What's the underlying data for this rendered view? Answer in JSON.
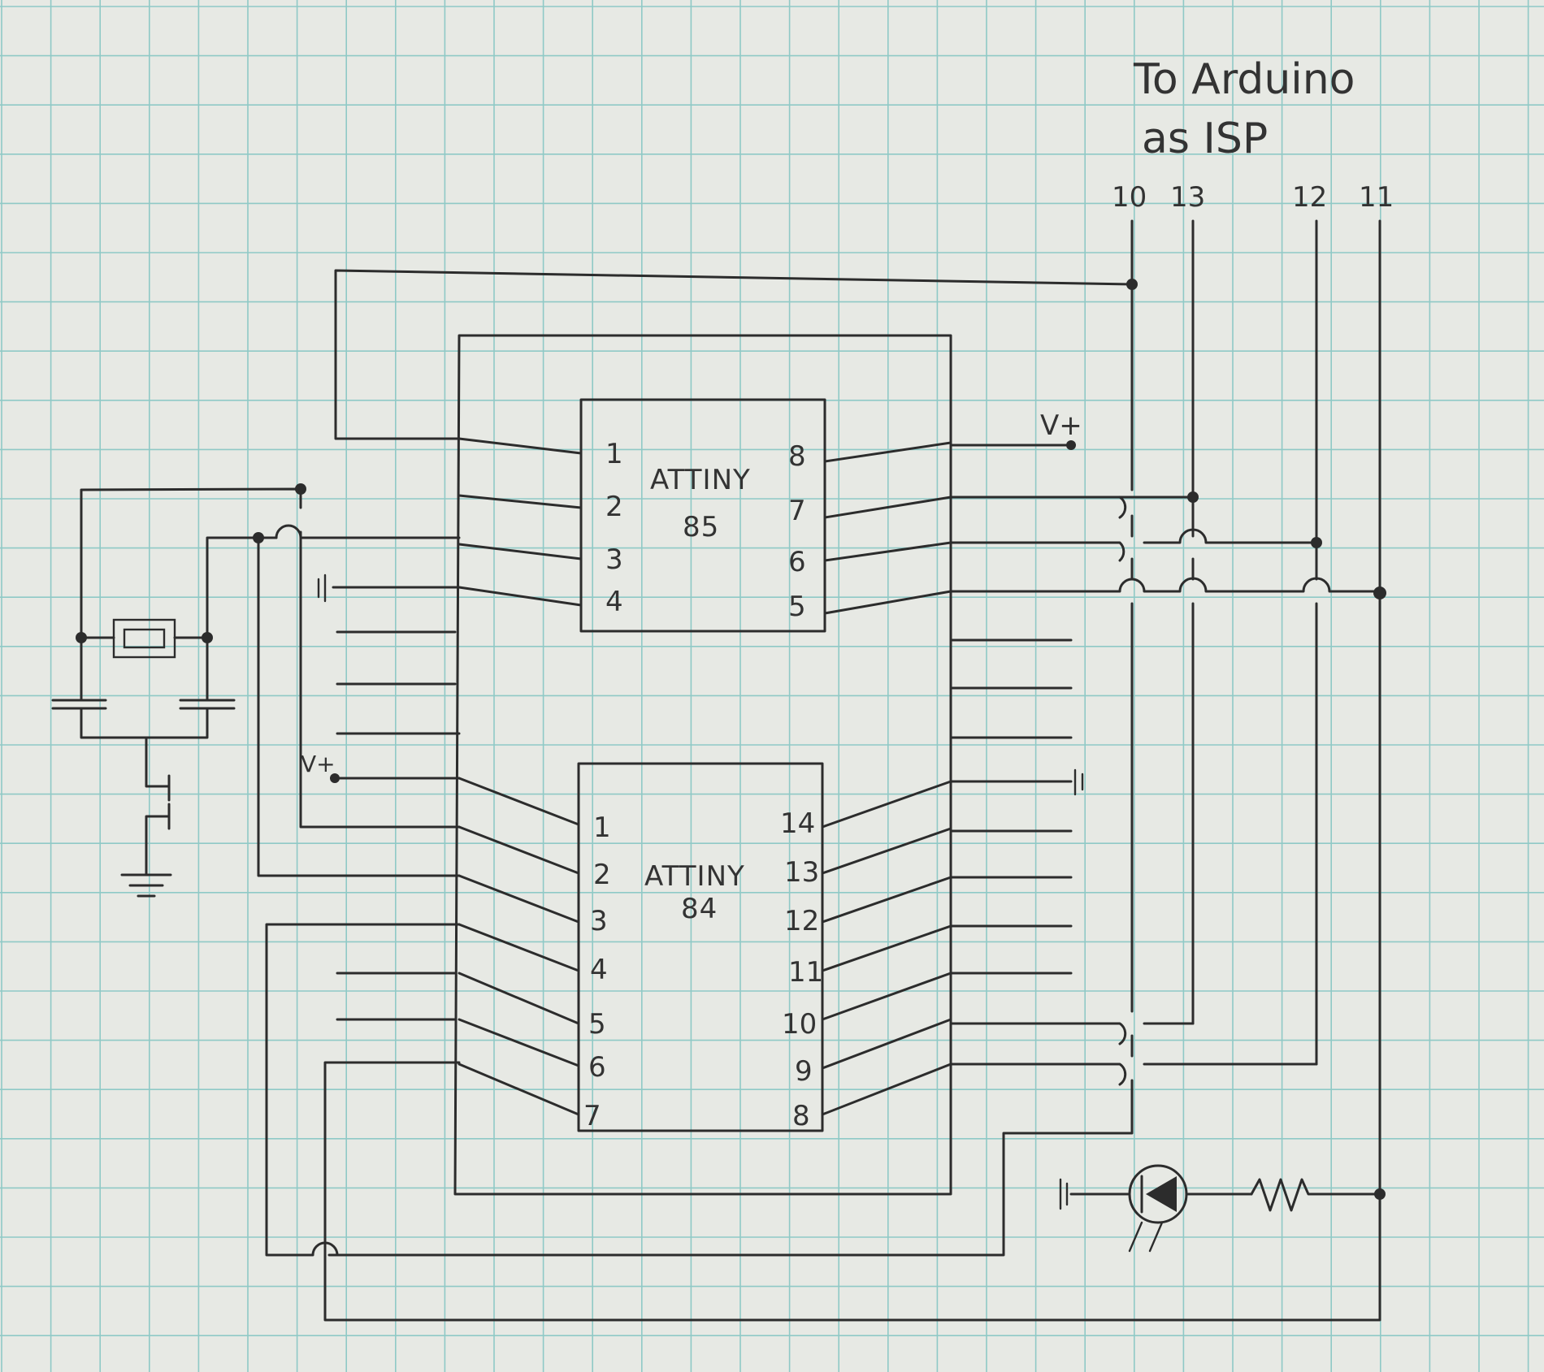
{
  "heading": {
    "line1": "To Arduino",
    "line2": "as ISP"
  },
  "header_pins": [
    "10",
    "13",
    "12",
    "11"
  ],
  "vcc_label": "V+",
  "attiny85": {
    "name": "ATTINY",
    "number": "85",
    "left_pins": [
      "1",
      "2",
      "3",
      "4"
    ],
    "right_pins": [
      "8",
      "7",
      "6",
      "5"
    ]
  },
  "attiny84": {
    "name": "ATTINY",
    "number": "84",
    "left_pins": [
      "1",
      "2",
      "3",
      "4",
      "5",
      "6",
      "7"
    ],
    "right_pins": [
      "14",
      "13",
      "12",
      "11",
      "10",
      "9",
      "8"
    ]
  },
  "components": {
    "crystal": "crystal-icon",
    "capacitor": "capacitor-icon",
    "ground": "ground-icon",
    "led": "led-icon",
    "resistor": "resistor-icon"
  },
  "colors": {
    "paper": "#e7e9e4",
    "grid": "#8fc9c6",
    "pencil": "#2c2c2c"
  }
}
